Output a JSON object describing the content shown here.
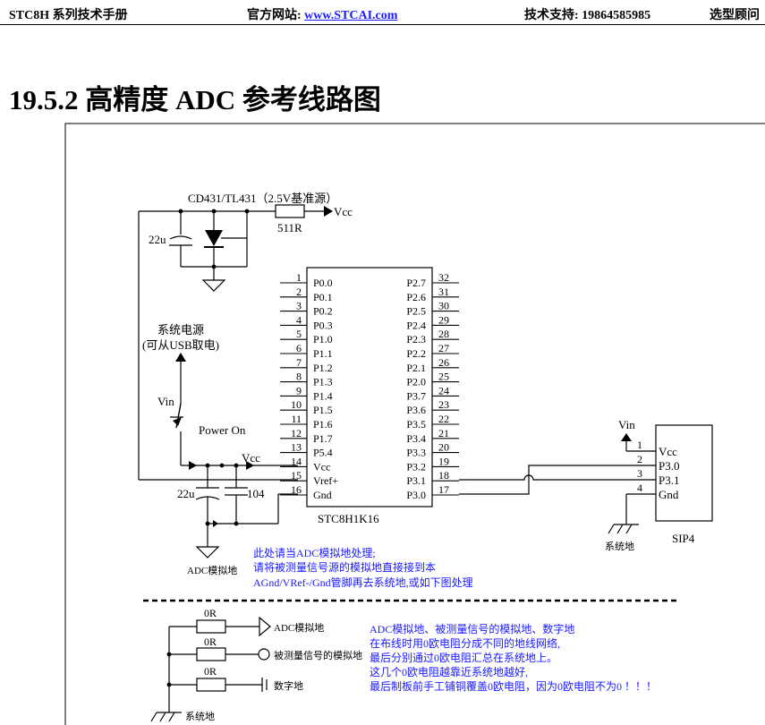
{
  "header": {
    "manual": "STC8H 系列技术手册",
    "site_label": "官方网站:",
    "site_url": "www.STCAI.com",
    "support": "技术支持: 19864585985",
    "advisor": "选型顾问"
  },
  "section_title": "19.5.2  高精度 ADC 参考线路图",
  "reference": {
    "label": "CD431/TL431（2.5V基准源）",
    "cap": "22u",
    "resistor": "511R",
    "vcc": "Vcc"
  },
  "power": {
    "line1": "系统电源",
    "line2": "(可从USB取电)",
    "vin": "Vin",
    "switch_label": "Power On",
    "vcc": "Vcc",
    "cap1": "22u",
    "cap2": "104",
    "gnd_label": "ADC模拟地"
  },
  "chip": {
    "name": "STC8H1K16",
    "left_pins": [
      {
        "num": "1",
        "name": "P0.0"
      },
      {
        "num": "2",
        "name": "P0.1"
      },
      {
        "num": "3",
        "name": "P0.2"
      },
      {
        "num": "4",
        "name": "P0.3"
      },
      {
        "num": "5",
        "name": "P1.0"
      },
      {
        "num": "6",
        "name": "P1.1"
      },
      {
        "num": "7",
        "name": "P1.2"
      },
      {
        "num": "8",
        "name": "P1.3"
      },
      {
        "num": "9",
        "name": "P1.4"
      },
      {
        "num": "10",
        "name": "P1.5"
      },
      {
        "num": "11",
        "name": "P1.6"
      },
      {
        "num": "12",
        "name": "P1.7"
      },
      {
        "num": "13",
        "name": "P5.4"
      },
      {
        "num": "14",
        "name": "Vcc"
      },
      {
        "num": "15",
        "name": "Vref+"
      },
      {
        "num": "16",
        "name": "Gnd"
      }
    ],
    "right_pins": [
      {
        "num": "32",
        "name": "P2.7"
      },
      {
        "num": "31",
        "name": "P2.6"
      },
      {
        "num": "30",
        "name": "P2.5"
      },
      {
        "num": "29",
        "name": "P2.4"
      },
      {
        "num": "28",
        "name": "P2.3"
      },
      {
        "num": "27",
        "name": "P2.2"
      },
      {
        "num": "26",
        "name": "P2.1"
      },
      {
        "num": "25",
        "name": "P2.0"
      },
      {
        "num": "24",
        "name": "P3.7"
      },
      {
        "num": "23",
        "name": "P3.6"
      },
      {
        "num": "22",
        "name": "P3.5"
      },
      {
        "num": "21",
        "name": "P3.4"
      },
      {
        "num": "20",
        "name": "P3.3"
      },
      {
        "num": "19",
        "name": "P3.2"
      },
      {
        "num": "18",
        "name": "P3.1"
      },
      {
        "num": "17",
        "name": "P3.0"
      }
    ]
  },
  "connector": {
    "name": "SIP4",
    "vin": "Vin",
    "gnd_label": "系统地",
    "pins": [
      {
        "num": "1",
        "name": "Vcc"
      },
      {
        "num": "2",
        "name": "P3.0"
      },
      {
        "num": "3",
        "name": "P3.1"
      },
      {
        "num": "4",
        "name": "Gnd"
      }
    ]
  },
  "note_top": [
    "此处请当ADC模拟地处理;",
    "请将被测量信号源的模拟地直接接到本",
    "AGnd/VRef-/Gnd管脚再去系统地,或如下图处理"
  ],
  "ground_scheme": {
    "resistors": [
      "0R",
      "0R",
      "0R"
    ],
    "labels": [
      "ADC模拟地",
      "被测量信号的模拟地",
      "数字地"
    ],
    "system_gnd": "系统地"
  },
  "note_bottom": [
    "ADC模拟地、被测量信号的模拟地、数字地",
    "在布线时用0欧电阻分成不同的地线网络,",
    "最后分别通过0欧电阻汇总在系统地上。",
    "这几个0欧电阻越靠近系统地越好,",
    "最后制板前手工铺铜覆盖0欧电阻，因为0欧电阻不为0 ！！！"
  ]
}
